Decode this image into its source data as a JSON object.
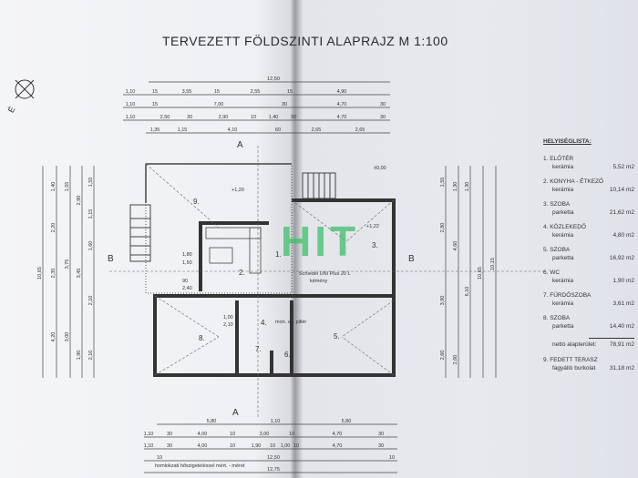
{
  "title": "TERVEZETT FÖLDSZINTI ALAPRAJZ  M 1:100",
  "watermark": "HIT",
  "north_label": "É",
  "section_labels": {
    "a": "A",
    "b": "B"
  },
  "levels": {
    "terrace": "+1,20",
    "ground": "±0,00",
    "interior": "+1,22"
  },
  "room_numbers": [
    "1.",
    "2.",
    "3.",
    "4.",
    "5.",
    "6.",
    "7.",
    "8.",
    "9."
  ],
  "annotations": {
    "boiler": "Schiedel UNI Plus 20 L",
    "chimney": "kémény",
    "pillar": "mon. vb. pillér",
    "opening_1": "1,80",
    "opening_1b": "1,50",
    "door_a": "1,00",
    "door_a2": "2,10",
    "win_a": "90",
    "win_a2": "2,40"
  },
  "dims": {
    "top": [
      [
        "12,50"
      ],
      [
        "1,10",
        "15",
        "3,55",
        "15",
        "2,55",
        "15",
        "4,90"
      ],
      [
        "1,10",
        "15",
        "7,00",
        "30",
        "4,70",
        "30"
      ],
      [
        "1,10",
        "2,50",
        "30",
        "2,90",
        "10",
        "1,40",
        "30",
        "4,70",
        "30"
      ],
      [
        "1,35",
        "1,15",
        "4,10",
        "60",
        "2,65",
        "2,65"
      ]
    ],
    "bottom": [
      [
        "5,80",
        "1,10",
        "5,80"
      ],
      [
        "1,10",
        "30",
        "4,00",
        "10",
        "3,00",
        "10",
        "4,70",
        "30"
      ],
      [
        "1,10",
        "30",
        "4,00",
        "10",
        "1,90",
        "10",
        "1,00",
        "10",
        "4,70",
        "30"
      ],
      [
        "10",
        "12,50",
        "10"
      ],
      [
        "12,75"
      ]
    ],
    "bottom_note": "homlokzati hőszigeteléssel mért. - méret",
    "left": [
      [
        "10,65"
      ],
      [
        "1,40",
        "2,20",
        "2,35",
        "4,20"
      ],
      [
        "1,55",
        "3,75",
        "3,00"
      ],
      [
        "2,90",
        "3,45",
        "1,90"
      ],
      [
        "1,55",
        "1,15",
        "1,60",
        "2,10",
        "2,10"
      ]
    ],
    "right": [
      [
        "1,55",
        "2,80",
        "3,90",
        "2,60"
      ],
      [
        "1,30",
        "4,60",
        "2,60"
      ],
      [
        "1,30",
        "6,10"
      ],
      [
        "10,65"
      ],
      [
        "10,15"
      ]
    ]
  },
  "room_list": {
    "heading": "HELYISÉGLISTA:",
    "items": [
      {
        "name": "1. ELŐTÉR",
        "floor": "kerámia",
        "area": "5,52 m2"
      },
      {
        "name": "2. KONYHA - ÉTKEZŐ",
        "floor": "kerámia",
        "area": "10,14 m2"
      },
      {
        "name": "3. SZOBA",
        "floor": "parketta",
        "area": "21,62 m2"
      },
      {
        "name": "4. KÖZLEKEDŐ",
        "floor": "kerámia",
        "area": "4,80 m2"
      },
      {
        "name": "5. SZOBA",
        "floor": "parketta",
        "area": "16,92 m2"
      },
      {
        "name": "6. WC",
        "floor": "kerámia",
        "area": "1,90 m2"
      },
      {
        "name": "7. FÜRDŐSZOBA",
        "floor": "kerámia",
        "area": "3,61 m2"
      },
      {
        "name": "8. SZOBA",
        "floor": "parketta",
        "area": "14,40 m2"
      }
    ],
    "total_label": "nettó alapterület:",
    "total_area": "78,91 m2",
    "terrace": {
      "name": "9. FEDETT TERASZ",
      "floor": "fagyálló burkolat",
      "area": "31,18 m2"
    }
  }
}
